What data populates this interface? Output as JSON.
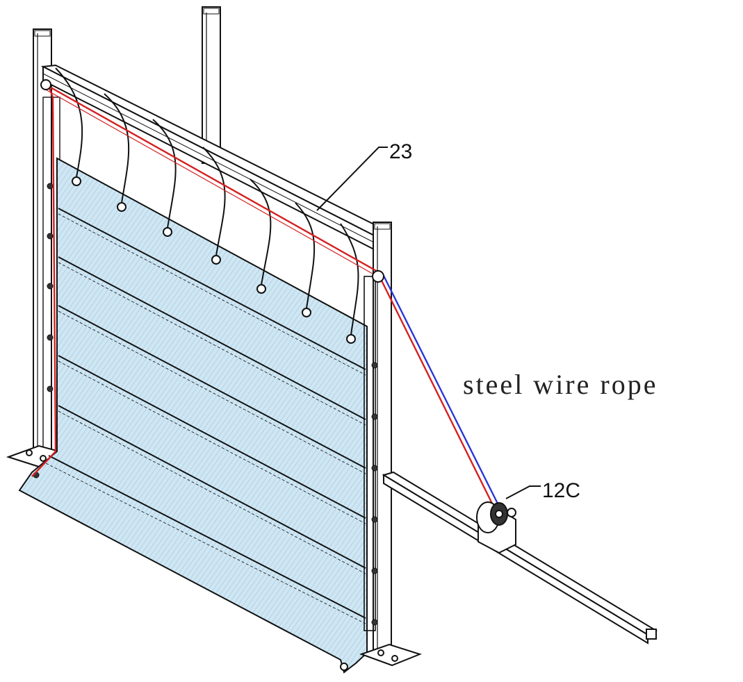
{
  "labels": {
    "callout_top": "23",
    "callout_winch": "12C",
    "rope_caption": "steel wire rope"
  },
  "colors": {
    "panel_fill": "#cfe6f3",
    "outline": "#111111",
    "rope_red": "#d42020",
    "rope_blue": "#2a36d8"
  },
  "icons": {
    "winch": "winch-pulley-icon",
    "hanger_ring": "ring-bolt-icon"
  }
}
